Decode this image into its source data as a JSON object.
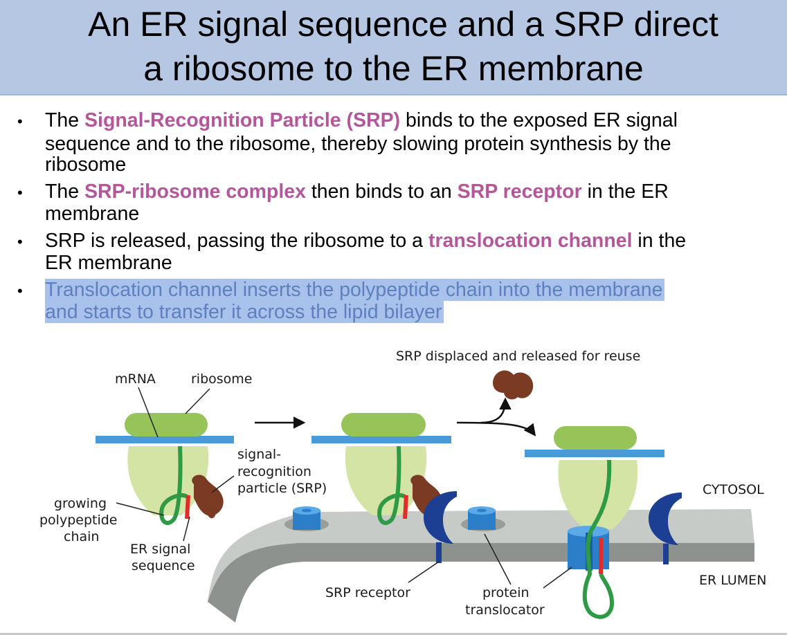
{
  "title": {
    "line1": "An ER signal sequence and a SRP direct",
    "line2": "a ribosome to the ER membrane"
  },
  "bullets": [
    {
      "line1_pre": "The ",
      "line1_hl": "Signal-Recognition Particle (SRP)",
      "line1_post": " binds to the exposed ER signal",
      "line2": "sequence and to the ribosome, thereby slowing protein synthesis by the",
      "line3": "ribosome"
    },
    {
      "line1_pre": "The ",
      "line1_hl": "SRP-ribosome complex",
      "line1_mid": " then binds to an ",
      "line1_hl2": "SRP receptor",
      "line1_post": " in the ER",
      "line2": "membrane"
    },
    {
      "line1_pre": "SRP is released, passing the ribosome to a ",
      "line1_hl": "translocation channel",
      "line1_post": " in the",
      "line2": "ER membrane"
    },
    {
      "line1": "Translocation channel inserts the polypeptide chain into the membrane",
      "line2": "and starts to transfer it across the lipid bilayer"
    }
  ],
  "diagram": {
    "labels": {
      "mrna": "mRNA",
      "ribosome": "ribosome",
      "srp_1": "signal-",
      "srp_2": "recognition",
      "srp_3": "particle (SRP)",
      "growing_1": "growing",
      "growing_2": "polypeptide",
      "growing_3": "chain",
      "er_signal_1": "ER signal",
      "er_signal_2": "sequence",
      "srp_receptor": "SRP receptor",
      "protein_1": "protein",
      "protein_2": "translocator",
      "srp_displaced": "SRP displaced and released for reuse",
      "cytosol": "CYTOSOL",
      "er_lumen": "ER LUMEN"
    },
    "colors": {
      "ribosome_large": "#97c459",
      "ribosome_small": "#d3e4a4",
      "mrna": "#4a9ad8",
      "chain": "#2f9a46",
      "signal": "#e22b2b",
      "srp": "#7a3b22",
      "receptor": "#1c3f94",
      "translocator": "#2a7fc8",
      "membrane_top": "#c7cbc7",
      "membrane_front": "#8e928f"
    }
  }
}
